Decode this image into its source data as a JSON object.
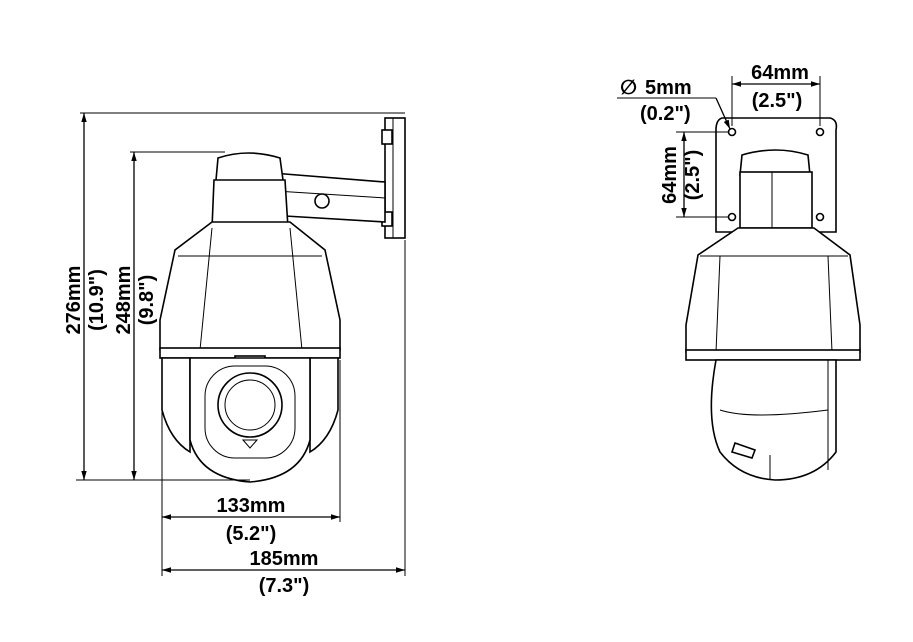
{
  "front_view": {
    "height_total": {
      "mm": "276mm",
      "inch": "(10.9\")"
    },
    "height_body": {
      "mm": "248mm",
      "inch": "(9.8\")"
    },
    "width_dome": {
      "mm": "133mm",
      "inch": "(5.2\")"
    },
    "width_total": {
      "mm": "185mm",
      "inch": "(7.3\")"
    }
  },
  "side_view": {
    "hole_diameter": {
      "symbol": "∅",
      "mm": "5mm",
      "inch": "(0.2\")"
    },
    "mount_width": {
      "mm": "64mm",
      "inch": "(2.5\")"
    },
    "mount_height": {
      "mm": "64mm",
      "inch": "(2.5\")"
    }
  }
}
